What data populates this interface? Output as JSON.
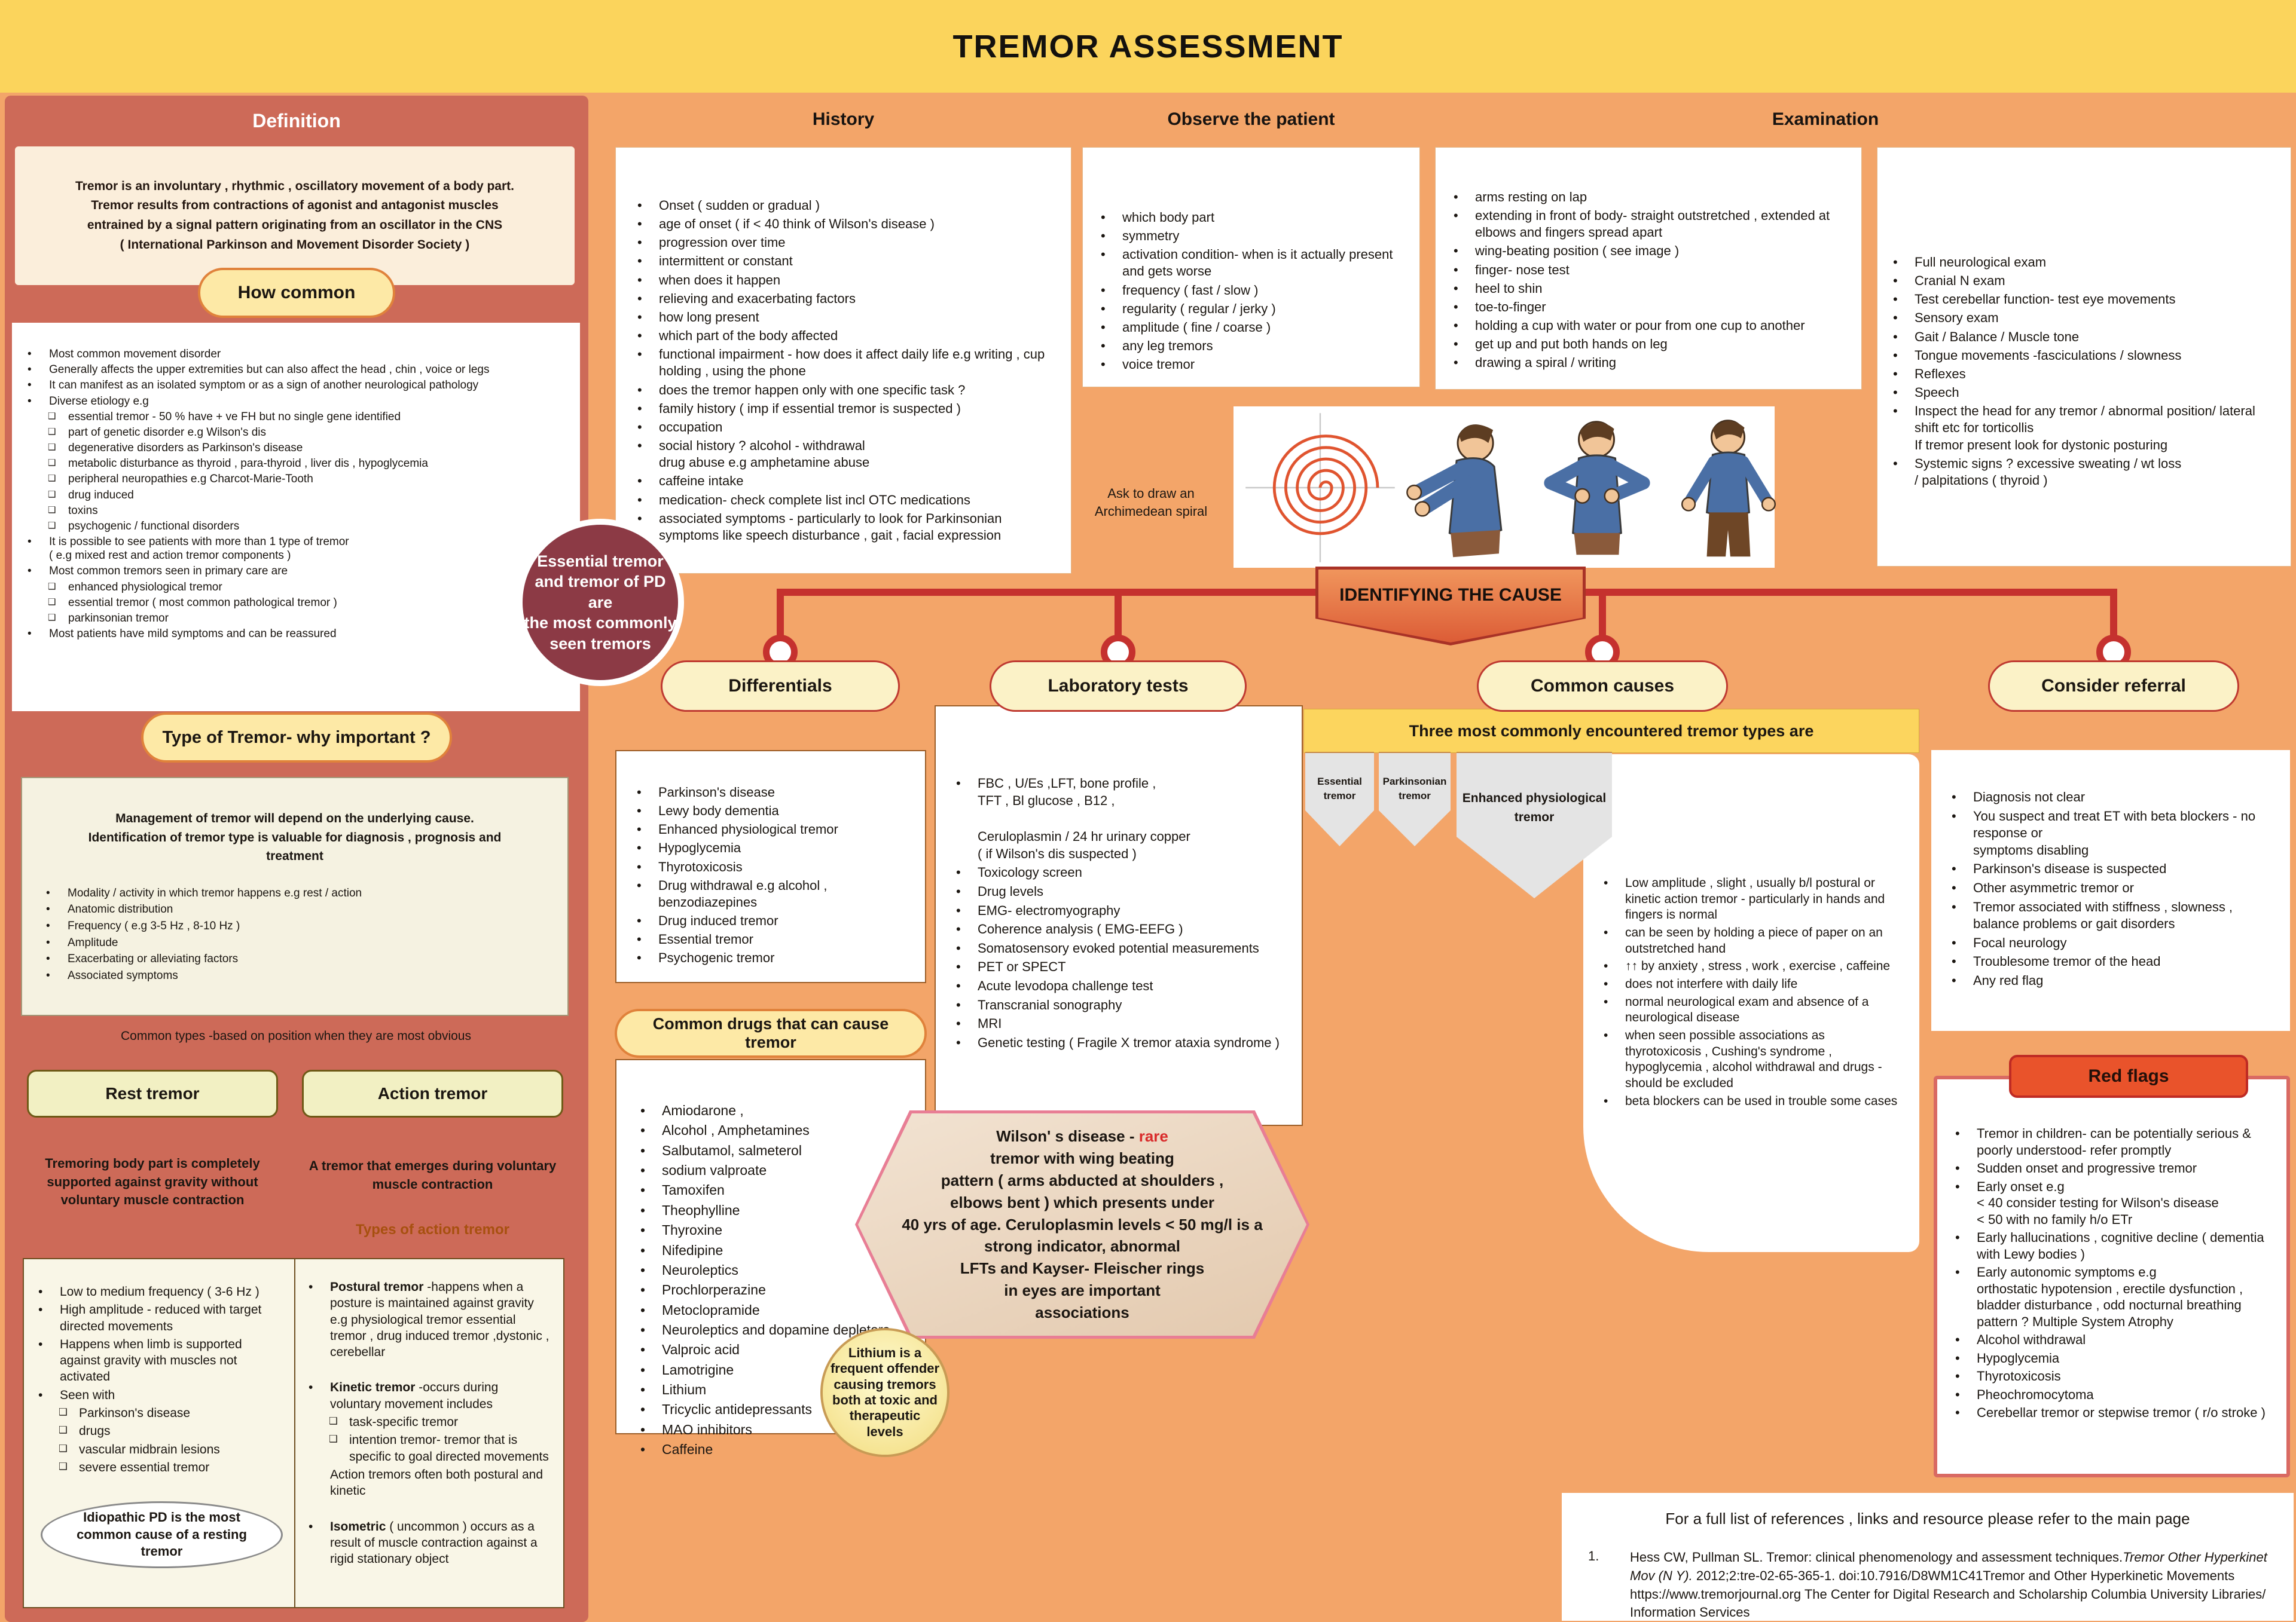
{
  "title": "TREMOR ASSESSMENT",
  "colors": {
    "background_orange": "#F3A569",
    "banner_yellow": "#FBD45C",
    "panel_red": "#CD6A58",
    "flow_red": "#C5312E",
    "dark_circle_red": "#8C3A45",
    "red_flag_orange": "#E9532B",
    "rare_red": "#D92B2B"
  },
  "left": {
    "header": "Definition",
    "definition": "Tremor is an involuntary , rhythmic , oscillatory movement of a body part.\nTremor results from contractions of agonist and antagonist muscles\nentrained by a signal pattern originating from an oscillator in the CNS\n(  International Parkinson and Movement Disorder Society )",
    "how_common_label": "How common",
    "how_common_items": [
      {
        "t": "Most common movement disorder"
      },
      {
        "t": "Generally affects the upper extremities but can also affect the head , chin , voice or legs"
      },
      {
        "t": "It can manifest as an isolated symptom or as a sign of another neurological pathology"
      },
      {
        "t": "Diverse etiology e.g"
      },
      {
        "k": "s",
        "t": "essential tremor - 50 % have + ve FH but no single gene identified"
      },
      {
        "k": "s",
        "t": "part of genetic disorder e.g Wilson's dis"
      },
      {
        "k": "s",
        "t": "degenerative disorders as Parkinson's disease"
      },
      {
        "k": "s",
        "t": "metabolic disturbance as thyroid , para-thyroid , liver dis , hypoglycemia"
      },
      {
        "k": "s",
        "t": "peripheral neuropathies e.g Charcot-Marie-Tooth"
      },
      {
        "k": "s",
        "t": "drug induced"
      },
      {
        "k": "s",
        "t": "toxins"
      },
      {
        "k": "s",
        "t": "psychogenic / functional disorders"
      },
      {
        "t": "It is possible to see patients with more than 1 type of tremor\n( e.g mixed rest and action tremor components )"
      },
      {
        "t": "Most common tremors seen in primary care are"
      },
      {
        "k": "s",
        "t": "enhanced physiological tremor"
      },
      {
        "k": "s",
        "t": "essential tremor ( most common pathological tremor )"
      },
      {
        "k": "s",
        "t": " parkinsonian tremor"
      },
      {
        "t": "Most patients have mild symptoms and can be reassured"
      }
    ],
    "type_pill_label": "Type of Tremor- why important ?",
    "management_intro": "Management of tremor will depend on the underlying cause.\nIdentification of tremor type is valuable for diagnosis , prognosis and\ntreatment",
    "management_items": [
      {
        "t": "Modality / activity in which tremor happens e.g rest / action"
      },
      {
        "t": "Anatomic distribution"
      },
      {
        "t": "Frequency ( e.g 3-5 Hz , 8-10 Hz )"
      },
      {
        "t": "Amplitude"
      },
      {
        "t": "Exacerbating or alleviating factors"
      },
      {
        "t": "Associated symptoms"
      }
    ],
    "common_types_note": "Common types -based on position when they are most obvious",
    "rest_button": "Rest tremor",
    "action_button": "Action tremor",
    "rest_description": "Tremoring body part is completely supported against gravity without voluntary muscle contraction",
    "action_description": "A tremor that emerges during voluntary muscle contraction",
    "action_types_label": "Types of action tremor",
    "rest_items": [
      {
        "t": "Low to medium frequency ( 3-6 Hz )"
      },
      {
        "t": "High amplitude - reduced with target directed movements"
      },
      {
        "t": "Happens when limb is supported against gravity with muscles not activated"
      },
      {
        "t": "Seen with"
      },
      {
        "k": "s",
        "t": "Parkinson's disease"
      },
      {
        "k": "s",
        "t": "drugs"
      },
      {
        "k": "s",
        "t": "vascular midbrain lesions"
      },
      {
        "k": "s",
        "t": "severe essential tremor"
      }
    ],
    "action_items": [
      {
        "lead": "Postural tremor ",
        "t": "-happens when a posture is maintained against gravity e.g physiological tremor essential tremor , drug induced tremor ,dystonic , cerebellar"
      },
      {
        "k": "sp"
      },
      {
        "lead": "Kinetic tremor ",
        "t": "-occurs during voluntary movement includes"
      },
      {
        "k": "s",
        "t": "task-specific tremor"
      },
      {
        "k": "s",
        "t": "intention tremor- tremor that is specific to goal directed movements"
      },
      {
        "k": "p",
        "t": "Action tremors often both postural and kinetic"
      },
      {
        "k": "sp"
      },
      {
        "lead": "Isometric ",
        "t": "( uncommon ) occurs as a result of muscle contraction against a rigid stationary object"
      }
    ],
    "idiopathic_note": "Idiopathic PD is the most common cause of a resting tremor"
  },
  "history": {
    "header": "History",
    "items": [
      {
        "t": "Onset ( sudden or gradual )"
      },
      {
        "t": "age of onset ( if < 40 think of Wilson's disease )"
      },
      {
        "t": "progression over time"
      },
      {
        "t": "intermittent or constant"
      },
      {
        "t": "when does it happen"
      },
      {
        "t": "relieving and exacerbating factors"
      },
      {
        "t": "how long present"
      },
      {
        "t": "which part of the body affected"
      },
      {
        "t": "functional impairment - how does it affect daily life e.g writing , cup holding , using the phone"
      },
      {
        "t": "does the tremor happen only with one specific task ?"
      },
      {
        "t": "family history ( imp if essential tremor is suspected )"
      },
      {
        "t": "occupation"
      },
      {
        "t": "social history ? alcohol - withdrawal\ndrug abuse e.g amphetamine abuse"
      },
      {
        "t": "caffeine intake"
      },
      {
        "t": "medication- check complete list incl OTC medications"
      },
      {
        "t": "associated symptoms - particularly to look for Parkinsonian symptoms like speech disturbance , gait , facial expression"
      }
    ]
  },
  "observe": {
    "header": "Observe the patient",
    "items": [
      {
        "t": "which body part"
      },
      {
        "t": "symmetry"
      },
      {
        "t": "activation condition- when is it actually present and gets worse"
      },
      {
        "t": "frequency ( fast / slow )"
      },
      {
        "t": "regularity ( regular / jerky )"
      },
      {
        "t": "amplitude ( fine / coarse )"
      },
      {
        "t": "any leg tremors"
      },
      {
        "t": "voice tremor"
      }
    ],
    "spiral_note": "Ask to draw an\nArchimedean spiral"
  },
  "examination": {
    "header": "Examination",
    "position_items": [
      {
        "t": "arms resting on lap"
      },
      {
        "t": "extending in front of body- straight outstretched , extended at elbows and fingers spread apart"
      },
      {
        "t": "wing-beating position ( see image )"
      },
      {
        "t": "finger- nose test"
      },
      {
        "t": "heel to shin"
      },
      {
        "t": "toe-to-finger"
      },
      {
        "t": "holding a cup with water or pour from one cup to another"
      },
      {
        "t": "get up and put both hands on leg"
      },
      {
        "t": "drawing a spiral / writing"
      }
    ],
    "neuro_items": [
      {
        "t": "Full neurological exam"
      },
      {
        "t": "Cranial N exam"
      },
      {
        "t": "Test cerebellar function- test eye movements"
      },
      {
        "t": "Sensory exam"
      },
      {
        "t": "Gait / Balance / Muscle tone"
      },
      {
        "t": "Tongue movements -fasciculations / slowness"
      },
      {
        "t": "Reflexes"
      },
      {
        "t": "Speech"
      },
      {
        "t": "Inspect the head for any tremor / abnormal position/ lateral shift etc for torticollis\nIf tremor present look for dystonic posturing"
      },
      {
        "t": "Systemic signs ? excessive sweating / wt loss\n/ palpitations ( thyroid )"
      }
    ]
  },
  "essential_note": "Essential tremor\nand tremor of PD are\nthe most commonly\nseen tremors",
  "identifying_label": "IDENTIFYING THE CAUSE",
  "nodes": {
    "differentials": "Differentials",
    "laboratory": "Laboratory tests",
    "causes": "Common causes",
    "referral": "Consider referral"
  },
  "differentials_items": [
    {
      "t": "Parkinson's disease"
    },
    {
      "t": "Lewy body dementia"
    },
    {
      "t": "Enhanced physiological tremor"
    },
    {
      "t": "Hypoglycemia"
    },
    {
      "t": "Thyrotoxicosis"
    },
    {
      "t": "Drug withdrawal e.g alcohol ,\nbenzodiazepines"
    },
    {
      "t": "Drug induced tremor"
    },
    {
      "t": "Essential tremor"
    },
    {
      "t": "Psychogenic tremor"
    }
  ],
  "drugs": {
    "pill_label": "Common drugs that can cause tremor",
    "items": [
      {
        "t": "Amiodarone ,"
      },
      {
        "t": "Alcohol , Amphetamines"
      },
      {
        "t": "Salbutamol, salmeterol"
      },
      {
        "t": "sodium valproate"
      },
      {
        "t": "Tamoxifen"
      },
      {
        "t": "Theophylline"
      },
      {
        "t": "Thyroxine"
      },
      {
        "t": "Nifedipine"
      },
      {
        "t": "Neuroleptics"
      },
      {
        "t": "Prochlorperazine"
      },
      {
        "t": "Metoclopramide"
      },
      {
        "t": "Neuroleptics and dopamine depleters"
      },
      {
        "t": "Valproic acid"
      },
      {
        "t": "Lamotrigine"
      },
      {
        "t": "Lithium"
      },
      {
        "t": "Tricyclic antidepressants"
      },
      {
        "t": "MAO inhibitors"
      },
      {
        "t": "Caffeine"
      }
    ]
  },
  "lab_items": [
    {
      "t": "FBC , U/Es ,LFT, bone profile ,\nTFT , Bl glucose , B12 ,"
    },
    {
      "k": "sp"
    },
    {
      "k": "p",
      "t": "Ceruloplasmin / 24 hr urinary copper\n( if Wilson's dis suspected )"
    },
    {
      "t": "Toxicology screen"
    },
    {
      "t": "Drug levels"
    },
    {
      "t": "EMG- electromyography"
    },
    {
      "t": "Coherence analysis ( EMG-EEFG )"
    },
    {
      "t": "Somatosensory evoked potential measurements"
    },
    {
      "t": "PET or SPECT"
    },
    {
      "t": "Acute levodopa challenge test"
    },
    {
      "t": "Transcranial sonography"
    },
    {
      "t": "MRI"
    },
    {
      "t": "Genetic testing ( Fragile X tremor ataxia syndrome )"
    }
  ],
  "wilsons": {
    "t1": "Wilson' s disease - ",
    "rare": "rare",
    "t2": "\ntremor  with wing beating\npattern ( arms abducted at shoulders ,\nelbows bent ) which presents  under\n40 yrs of age. Ceruloplasmin levels < 50 mg/l is a\nstrong indicator, abnormal\nLFTs and Kayser- Fleischer rings\nin eyes  are important\nassociations"
  },
  "lithium_note": "Lithium is a\nfrequent offender\ncausing tremors\nboth at toxic and\ntherapeutic\nlevels",
  "causes": {
    "banner": "Three most commonly encountered tremor types are",
    "tabs": [
      "Essential\ntremor",
      "Parkinsonian\ntremor",
      "Enhanced physiological\ntremor"
    ],
    "enhanced_items": [
      {
        "t": "Low amplitude , slight , usually b/l postural or kinetic action tremor - particularly in hands and fingers is normal"
      },
      {
        "t": "can be seen by holding a piece of paper on an outstretched hand"
      },
      {
        "t": "↑↑ by anxiety , stress , work , exercise , caffeine"
      },
      {
        "t": "does not interfere with daily life"
      },
      {
        "t": "normal neurological exam and absence of a neurological disease"
      },
      {
        "t": " when seen possible associations as thyrotoxicosis , Cushing's syndrome , hypoglycemia , alcohol withdrawal and drugs - should be excluded"
      },
      {
        "t": "beta blockers can be used in trouble some cases"
      }
    ]
  },
  "referral_items": [
    {
      "t": "Diagnosis not clear"
    },
    {
      "t": "You suspect and treat ET with beta blockers - no response or\nsymptoms disabling"
    },
    {
      "t": "Parkinson's disease is suspected"
    },
    {
      "t": "Other asymmetric tremor or"
    },
    {
      "t": "Tremor associated with stiffness , slowness ,\nbalance problems or gait disorders"
    },
    {
      "t": "Focal neurology"
    },
    {
      "t": "Troublesome tremor of the head"
    },
    {
      "t": "Any red flag"
    }
  ],
  "red_flags": {
    "label": "Red flags",
    "items": [
      {
        "t": "Tremor in children- can be potentially serious &\npoorly understood- refer promptly"
      },
      {
        "t": "Sudden onset and progressive tremor"
      },
      {
        "t": "Early onset e.g\n< 40 consider testing for Wilson's disease\n< 50 with no family h/o ETr"
      },
      {
        "t": "Early hallucinations , cognitive decline ( dementia\nwith Lewy bodies )"
      },
      {
        "t": "Early autonomic symptoms e.g\northostatic hypotension , erectile dysfunction ,\nbladder disturbance , odd nocturnal breathing\npattern ? Multiple System Atrophy"
      },
      {
        "t": "Alcohol withdrawal"
      },
      {
        "t": "Hypoglycemia"
      },
      {
        "t": "Thyrotoxicosis"
      },
      {
        "t": "Pheochromocytoma"
      },
      {
        "t": "Cerebellar tremor or stepwise tremor ( r/o stroke )"
      }
    ]
  },
  "references": {
    "note": "For a full list of references , links and resource please refer to the main page",
    "num": "1.",
    "pre": "Hess CW, Pullman SL. Tremor: clinical phenomenology and assessment techniques.",
    "italic": "Tremor Other Hyperkinet Mov (N Y).",
    "post": " 2012;2:tre-02-65-365-1. doi:10.7916/D8WM1C41Tremor and Other Hyperkinetic Movements https://www.tremorjournal.org The Center for Digital Research and Scholarship Columbia University Libraries/ Information Services"
  }
}
